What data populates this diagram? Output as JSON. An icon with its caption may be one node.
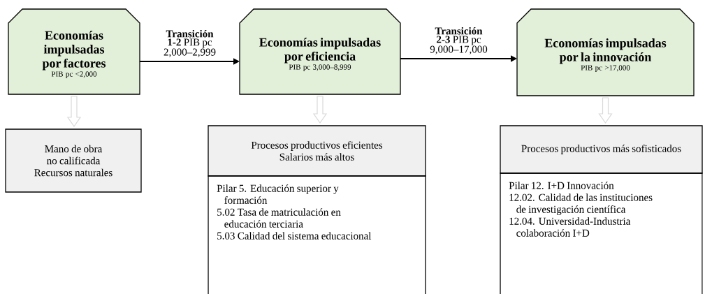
{
  "diagram": {
    "nodes": [
      {
        "text": [
          "Economías impulsadas por factores",
          "PIB pc <2,000"
        ]
      },
      {
        "text": [
          "Economías impulsadas por eficiencia",
          "PIB pc 3,000–8,999"
        ]
      },
      {
        "text": [
          "Economías impulsadas por la innovación",
          "PIB pc >17,000"
        ]
      },
      {
        "text": [
          "Mano de obra no calificada",
          "Recursos naturales"
        ]
      },
      {
        "text": [
          "Procesos productivos eficientes",
          "Salarios más altos"
        ]
      },
      {
        "text": [
          "Pilar 5. Educación superior y formación",
          "5.02 Tasa de matriculación en educación terciaria",
          "5.03 Calidad del sistema educacional"
        ]
      },
      {
        "text": [
          "Procesos productivos más sofisticados"
        ]
      },
      {
        "text": [
          "Pilar 12. I+D Innovación",
          "12.02. Calidad de las instituciones de investigación científica",
          "12.04. Universidad-Industria colaboración I+D"
        ]
      }
    ],
    "edges": [
      {
        "from": 0,
        "to": 1,
        "arrow": "to",
        "color": "#000000",
        "label": "**Transición 1-2** PIB pc 2,000–2,999"
      },
      {
        "from": 1,
        "to": 2,
        "arrow": "to",
        "color": "#000000",
        "label": "**Transición 2-3** PIB pc 9,000–17,000"
      },
      {
        "from": 0,
        "to": 3,
        "arrow": "to",
        "color": "#d9d9d9"
      },
      {
        "from": 1,
        "to": 4,
        "arrow": "to",
        "color": "#d9d9d9"
      },
      {
        "from": 2,
        "to": 6,
        "arrow": "to",
        "color": "#d9d9d9"
      }
    ]
  }
}
